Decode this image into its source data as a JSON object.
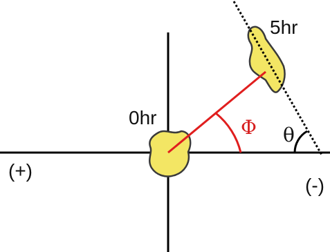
{
  "labels": {
    "time_start": "0hr",
    "time_end": "5hr",
    "positive_side": "(+)",
    "negative_side": "(-)",
    "phi": "Φ",
    "theta": "θ"
  },
  "colors": {
    "axes": "#000000",
    "cell_fill": "#f3e664",
    "cell_outline": "#3a3a3a",
    "vector": "#e01e1e",
    "phi_label": "#d61e1e",
    "theta_label": "#111111"
  }
}
